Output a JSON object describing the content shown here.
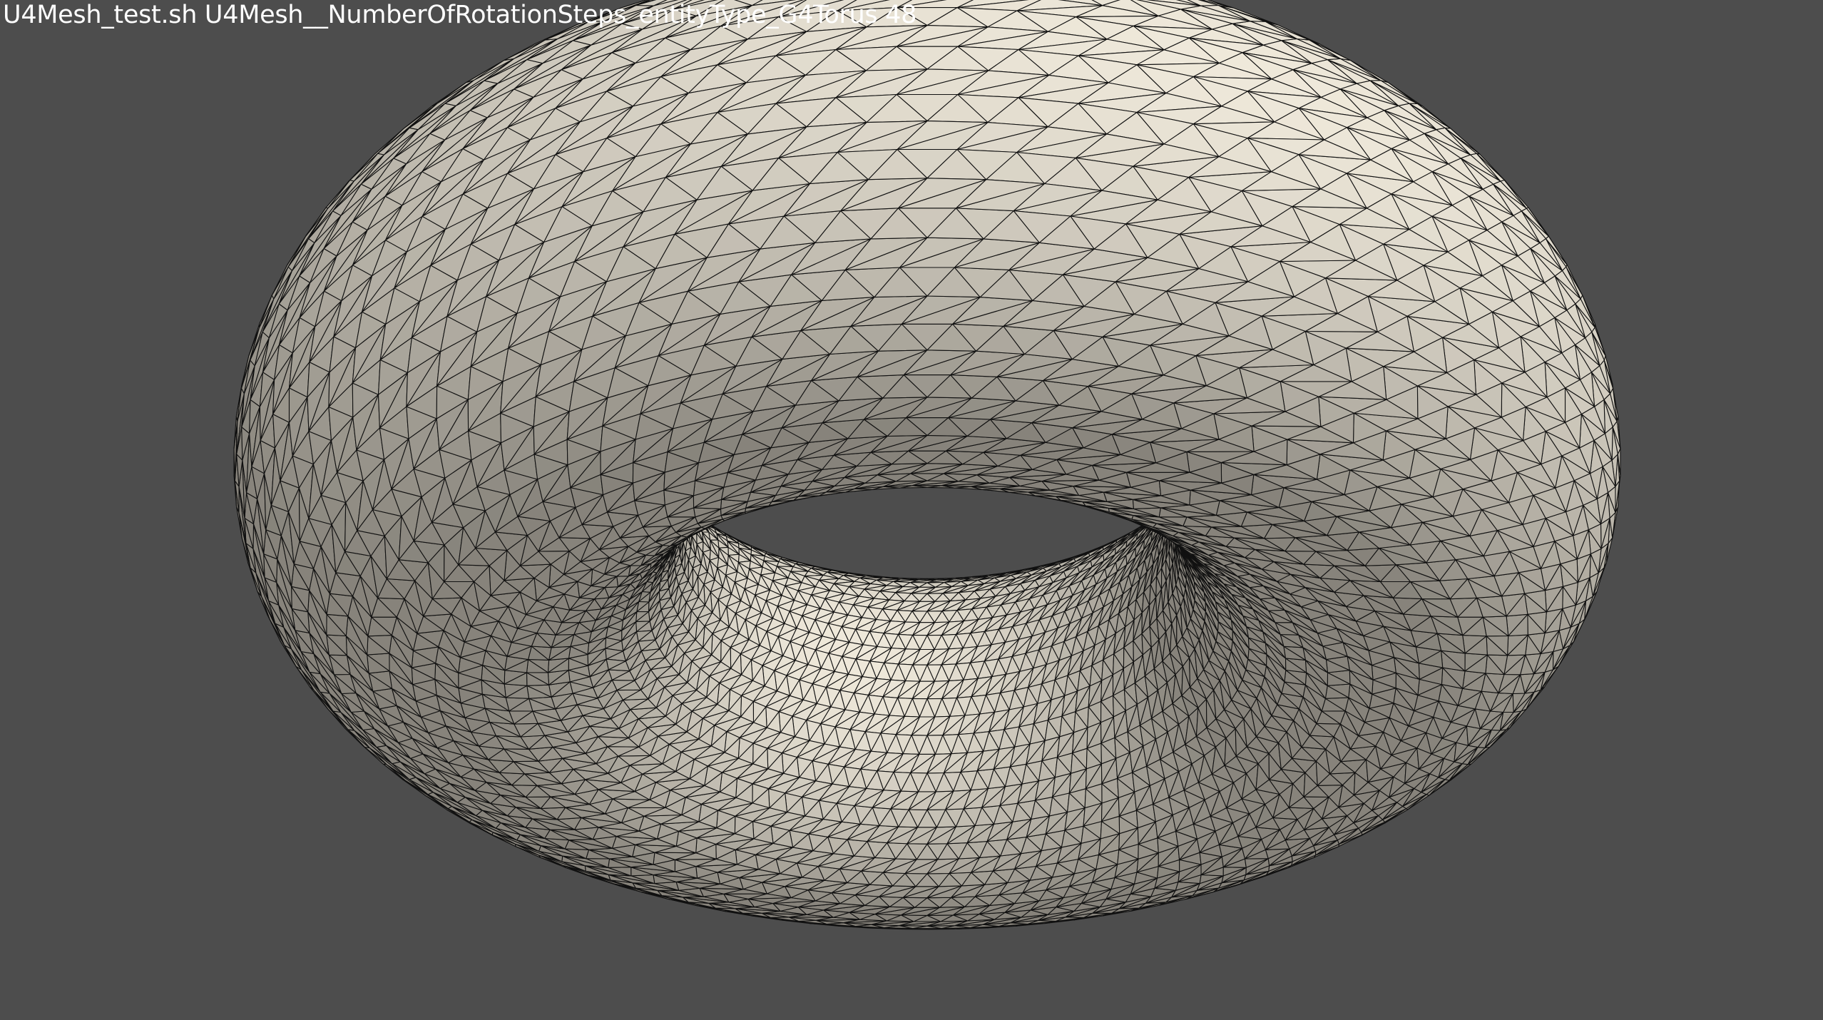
{
  "window": {
    "title": "U4Mesh_test.sh U4Mesh__NumberOfRotationSteps_entityType_G4Torus 48"
  },
  "scene": {
    "object": "torus-mesh",
    "rotation_steps": 48,
    "background_color": "#4d4d4d",
    "surface_color": "#e8e2d4",
    "wire_color": "#111111"
  }
}
